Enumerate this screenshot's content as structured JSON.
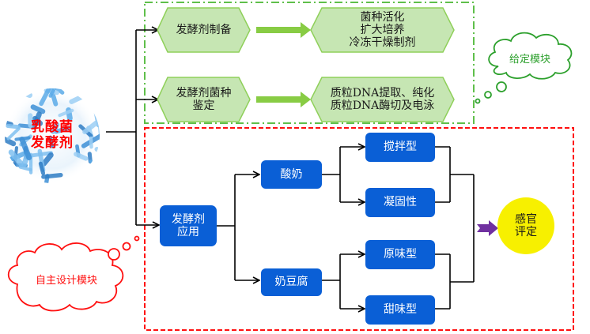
{
  "source_node": {
    "line1": "乳酸菌",
    "line2": "发酵剂",
    "icon": "bacteria-image"
  },
  "given_module": {
    "label": "给定模块",
    "color": "#33aa22",
    "rows": [
      {
        "step": {
          "lines": [
            "发酵剂制备"
          ]
        },
        "result": {
          "lines": [
            "菌种活化",
            "扩大培养",
            "冷冻干燥制剂"
          ]
        }
      },
      {
        "step": {
          "lines": [
            "发酵剂菌种",
            "鉴定"
          ]
        },
        "result": {
          "lines": [
            "质粒DNA提取、纯化",
            "质粒DNA酶切及电泳"
          ]
        }
      }
    ]
  },
  "design_module": {
    "label": "自主设计模块",
    "color": "#ff0000",
    "root": {
      "lines": [
        "发酵剂",
        "应用"
      ]
    },
    "branches": [
      {
        "label": "酸奶",
        "leaves": [
          "搅拌型",
          "凝固性"
        ]
      },
      {
        "label": "奶豆腐",
        "leaves": [
          "原味型",
          "甜味型"
        ]
      }
    ],
    "evaluation": {
      "lines": [
        "感官",
        "评定"
      ]
    }
  },
  "colors": {
    "green_fill": "#c6e6b3",
    "green_stroke": "#8fd05a",
    "green_arrow": "#88cc44",
    "blue_fill": "#0a5fd6",
    "yellow_fill": "#f7f000",
    "purple_arrow": "#7030a0",
    "bacteria_blue": "#4a9ee0"
  }
}
